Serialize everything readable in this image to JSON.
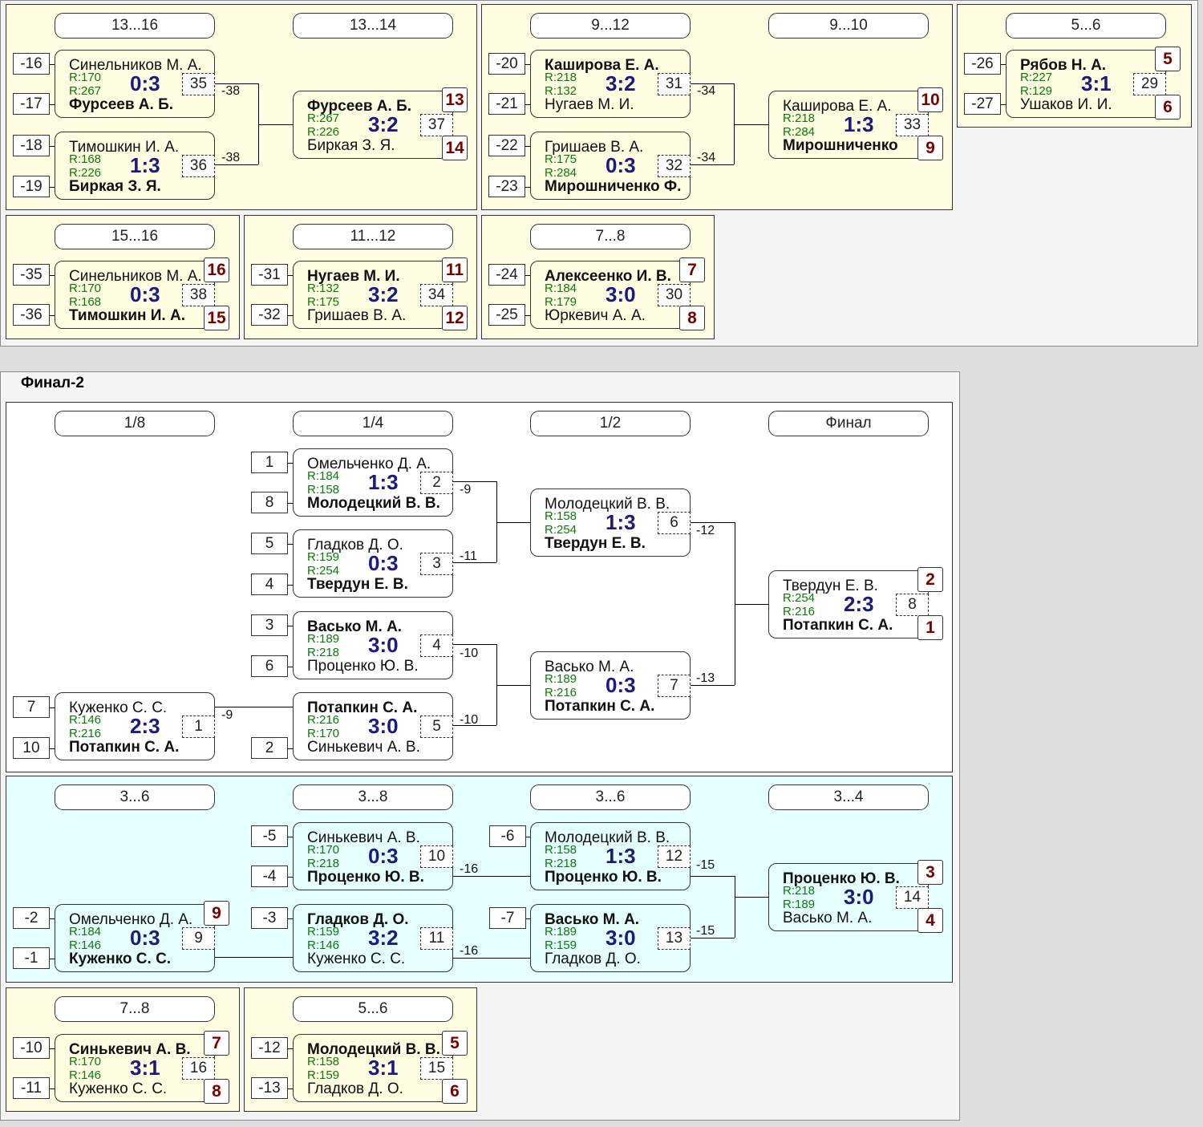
{
  "top": {
    "headers": [
      "13...16",
      "13...14",
      "9...12",
      "9...10",
      "5...6",
      "15...16",
      "11...12",
      "7...8"
    ],
    "seeds": [
      "-16",
      "-17",
      "-18",
      "-19",
      "-20",
      "-21",
      "-22",
      "-23",
      "-26",
      "-27",
      "-35",
      "-36",
      "-31",
      "-32",
      "-24",
      "-25"
    ],
    "feeds": [
      "-38",
      "-38",
      "-34",
      "-34"
    ],
    "matches": [
      {
        "p1": "Синельников М. А.",
        "r1": "R:170",
        "r2": "R:267",
        "p2": "Фурсеев А. Б.",
        "score": "0:3",
        "num": "35"
      },
      {
        "p1": "Тимошкин И. А.",
        "r1": "R:168",
        "r2": "R:226",
        "p2": "Биркая З. Я.",
        "score": "1:3",
        "num": "36"
      },
      {
        "p1": "Фурсеев А. Б.",
        "r1": "R:267",
        "r2": "R:226",
        "p2": "Биркая З. Я.",
        "score": "3:2",
        "num": "37",
        "place1": "13",
        "place2": "14"
      },
      {
        "p1": "Каширова Е. А.",
        "r1": "R:218",
        "r2": "R:132",
        "p2": "Нугаев М. И.",
        "score": "3:2",
        "num": "31"
      },
      {
        "p1": "Гришаев В. А.",
        "r1": "R:175",
        "r2": "R:284",
        "p2": "Мирошниченко Ф.",
        "score": "0:3",
        "num": "32"
      },
      {
        "p1": "Каширова Е. А.",
        "r1": "R:218",
        "r2": "R:284",
        "p2": "Мирошниченко",
        "score": "1:3",
        "num": "33",
        "place1": "10",
        "place2": "9"
      },
      {
        "p1": "Рябов Н. А.",
        "r1": "R:227",
        "r2": "R:129",
        "p2": "Ушаков И. И.",
        "score": "3:1",
        "num": "29",
        "place1": "5",
        "place2": "6"
      },
      {
        "p1": "Синельников М. А.",
        "r1": "R:170",
        "r2": "R:168",
        "p2": "Тимошкин И. А.",
        "score": "0:3",
        "num": "38",
        "place1": "16",
        "place2": "15"
      },
      {
        "p1": "Нугаев М. И.",
        "r1": "R:132",
        "r2": "R:175",
        "p2": "Гришаев В. А.",
        "score": "3:2",
        "num": "34",
        "place1": "11",
        "place2": "12"
      },
      {
        "p1": "Алексеенко И. В.",
        "r1": "R:184",
        "r2": "R:179",
        "p2": "Юркевич А. А.",
        "score": "3:0",
        "num": "30",
        "place1": "7",
        "place2": "8"
      }
    ]
  },
  "final2": {
    "title": "Финал-2",
    "headers": [
      "1/8",
      "1/4",
      "1/2",
      "Финал",
      "3...6",
      "3...8",
      "3...6",
      "3...4",
      "7...8",
      "5...6"
    ],
    "seeds": [
      "1",
      "8",
      "5",
      "4",
      "3",
      "6",
      "2",
      "7",
      "10",
      "-5",
      "-4",
      "-3",
      "-6",
      "-7",
      "-2",
      "-1",
      "-10",
      "-11",
      "-12",
      "-13"
    ],
    "feeds": [
      "-9",
      "-11",
      "-10",
      "-10",
      "-12",
      "-13",
      "-9",
      "-16",
      "-16",
      "-15",
      "-15"
    ],
    "matches": [
      {
        "p1": "Омельченко Д. А.",
        "r1": "R:184",
        "r2": "R:158",
        "p2": "Молодецкий В. В.",
        "score": "1:3",
        "num": "2"
      },
      {
        "p1": "Гладков Д. О.",
        "r1": "R:159",
        "r2": "R:254",
        "p2": "Твердун Е. В.",
        "score": "0:3",
        "num": "3"
      },
      {
        "p1": "Васько М. А.",
        "r1": "R:189",
        "r2": "R:218",
        "p2": "Проценко Ю. В.",
        "score": "3:0",
        "num": "4"
      },
      {
        "p1": "Потапкин С. А.",
        "r1": "R:216",
        "r2": "R:170",
        "p2": "Синькевич А. В.",
        "score": "3:0",
        "num": "5"
      },
      {
        "p1": "Куженко С. С.",
        "r1": "R:146",
        "r2": "R:216",
        "p2": "Потапкин С. А.",
        "score": "2:3",
        "num": "1"
      },
      {
        "p1": "Молодецкий В. В.",
        "r1": "R:158",
        "r2": "R:254",
        "p2": "Твердун Е. В.",
        "score": "1:3",
        "num": "6"
      },
      {
        "p1": "Васько М. А.",
        "r1": "R:189",
        "r2": "R:216",
        "p2": "Потапкин С. А.",
        "score": "0:3",
        "num": "7"
      },
      {
        "p1": "Твердун Е. В.",
        "r1": "R:254",
        "r2": "R:216",
        "p2": "Потапкин С. А.",
        "score": "2:3",
        "num": "8",
        "place1": "2",
        "place2": "1"
      },
      {
        "p1": "Синькевич А. В.",
        "r1": "R:170",
        "r2": "R:218",
        "p2": "Проценко Ю. В.",
        "score": "0:3",
        "num": "10"
      },
      {
        "p1": "Гладков Д. О.",
        "r1": "R:159",
        "r2": "R:146",
        "p2": "Куженко С. С.",
        "score": "3:2",
        "num": "11"
      },
      {
        "p1": "Омельченко Д. А.",
        "r1": "R:184",
        "r2": "R:146",
        "p2": "Куженко С. С.",
        "score": "0:3",
        "num": "9",
        "place1": "9"
      },
      {
        "p1": "Молодецкий В. В.",
        "r1": "R:158",
        "r2": "R:218",
        "p2": "Проценко Ю. В.",
        "score": "1:3",
        "num": "12"
      },
      {
        "p1": "Васько М. А.",
        "r1": "R:189",
        "r2": "R:159",
        "p2": "Гладков Д. О.",
        "score": "3:0",
        "num": "13"
      },
      {
        "p1": "Проценко Ю. В.",
        "r1": "R:218",
        "r2": "R:189",
        "p2": "Васько М. А.",
        "score": "3:0",
        "num": "14",
        "place1": "3",
        "place2": "4"
      },
      {
        "p1": "Синькевич А. В.",
        "r1": "R:170",
        "r2": "R:146",
        "p2": "Куженко С. С.",
        "score": "3:1",
        "num": "16",
        "place1": "7",
        "place2": "8"
      },
      {
        "p1": "Молодецкий В. В.",
        "r1": "R:158",
        "r2": "R:159",
        "p2": "Гладков Д. О.",
        "score": "3:1",
        "num": "15",
        "place1": "5",
        "place2": "6"
      }
    ]
  }
}
